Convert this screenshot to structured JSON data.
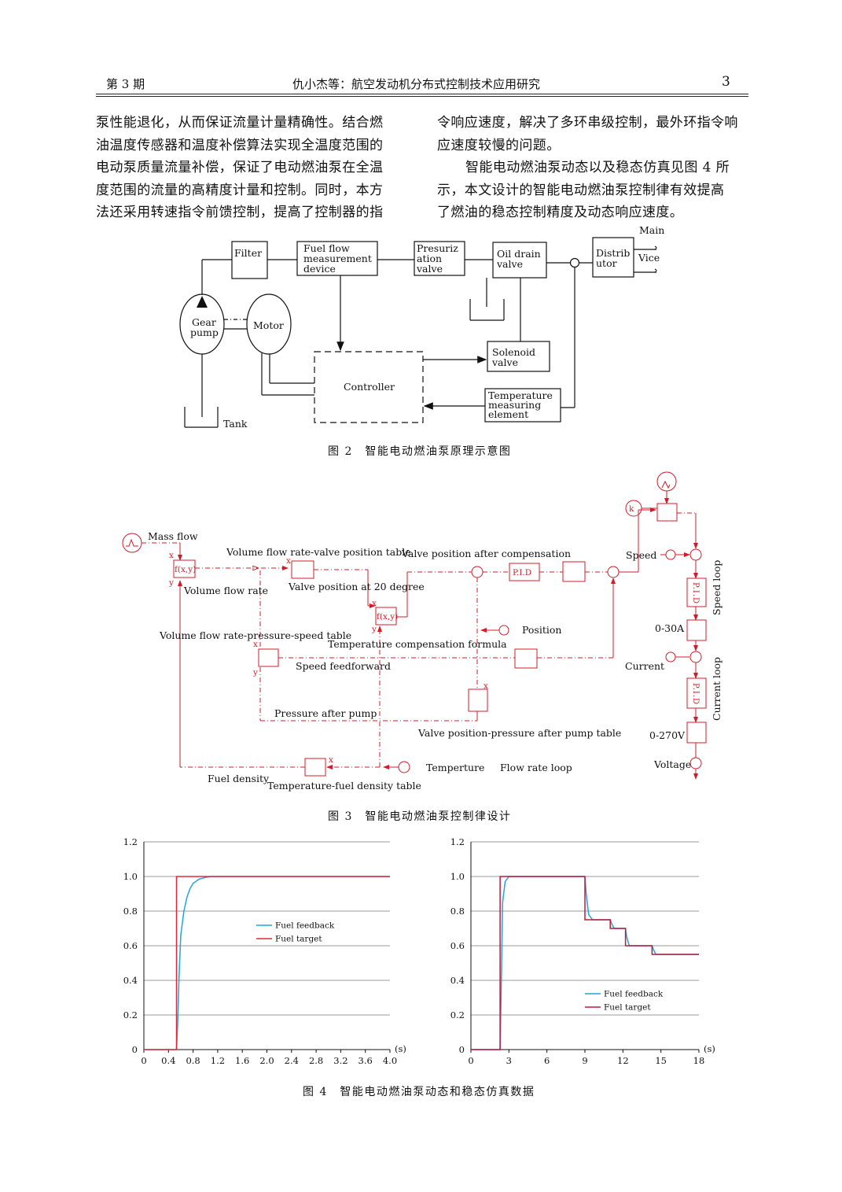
{
  "header": {
    "issue": "第 3 期",
    "running_title": "仇小杰等：航空发动机分布式控制技术应用研究",
    "page_number": "3"
  },
  "body": {
    "left_lines": [
      "泵性能退化，从而保证流量计量精确性。结合燃",
      "油温度传感器和温度补偿算法实现全温度范围的",
      "电动泵质量流量补偿，保证了电动燃油泵在全温",
      "度范围的流量的高精度计量和控制。同时，本方",
      "法还采用转速指令前馈控制，提高了控制器的指"
    ],
    "right_lines": [
      "令响应速度，解决了多环串级控制，最外环指令响",
      "应速度较慢的问题。",
      "智能电动燃油泵动态以及稳态仿真见图 4 所",
      "示，本文设计的智能电动燃油泵控制律有效提高",
      "了燃油的稳态控制精度及动态响应速度。"
    ]
  },
  "figure2": {
    "caption": "图 2　智能电动燃油泵原理示意图",
    "filter": "Filter",
    "fuel_flow": [
      "Fuel flow",
      "measurement",
      "device"
    ],
    "presurization": [
      "Presuriz",
      "ation",
      "valve"
    ],
    "oil_drain": [
      "Oil drain",
      "valve"
    ],
    "distributor": [
      "Distrib",
      "utor"
    ],
    "main": "Main",
    "vice": "Vice",
    "gear_pump": [
      "Gear",
      "pump"
    ],
    "motor": "Motor",
    "controller": "Controller",
    "solenoid": [
      "Solenoid",
      "valve"
    ],
    "temperature_element": [
      "Temperature",
      "measuring",
      "element"
    ],
    "tank": "Tank"
  },
  "figure3": {
    "caption": "图 3　智能电动燃油泵控制律设计",
    "mass_flow": "Mass flow",
    "vfr_valve_table": "Volume flow rate-valve position table",
    "valve_after_comp": "Valve position after compensation",
    "speed": "Speed",
    "volume_flow_rate": "Volume flow rate",
    "valve_20": "Valve position at 20 degree",
    "vfr_pressure_speed": "Volume flow rate-pressure-speed table",
    "temp_comp_formula": "Temperature compensation formula",
    "position": "Position",
    "range_30a": "0-30A",
    "speed_feedforward": "Speed feedforward",
    "current": "Current",
    "pressure_after_pump": "Pressure after pump",
    "valve_pressure_table": "Valve position-pressure after pump table",
    "range_270v": "0-270V",
    "temperture": "Temperture",
    "flow_rate_loop": "Flow rate loop",
    "voltage": "Voltage",
    "fuel_density": "Fuel density",
    "temp_density_table": "Temperature-fuel density table",
    "speed_loop": "Speed loop",
    "current_loop": "Current loop",
    "pid": "P.I.D",
    "fxy": "f(x,y)",
    "k": "k",
    "x": "x",
    "y": "y"
  },
  "figure4": {
    "caption": "图 4　智能电动燃油泵动态和稳态仿真数据",
    "unit": "(s)"
  },
  "chart_data": [
    {
      "type": "line",
      "xlim": [
        0,
        4.0
      ],
      "ylim": [
        0,
        1.2
      ],
      "xticks": [
        "0",
        "0.4",
        "0.8",
        "1.2",
        "1.6",
        "2.0",
        "2.4",
        "2.8",
        "3.2",
        "3.6",
        "4.0"
      ],
      "yticks": [
        "0",
        "0.2",
        "0.4",
        "0.6",
        "0.8",
        "1.0",
        "1.2"
      ],
      "xunit": "(s)",
      "grid": "horizontal",
      "legend_position": "center-right",
      "series": [
        {
          "name": "Fuel feedback",
          "color": "#1fa6dc",
          "x": [
            0,
            0.53,
            0.55,
            0.57,
            0.6,
            0.65,
            0.7,
            0.75,
            0.8,
            0.9,
            1.0,
            1.1,
            1.2,
            4.0
          ],
          "y": [
            0,
            0,
            0.15,
            0.4,
            0.66,
            0.8,
            0.88,
            0.93,
            0.96,
            0.985,
            0.995,
            1.0,
            1.0,
            1.0
          ]
        },
        {
          "name": "Fuel target",
          "color": "#e0283a",
          "x": [
            0,
            0.53,
            0.53,
            4.0
          ],
          "y": [
            0,
            0,
            1.0,
            1.0
          ]
        }
      ]
    },
    {
      "type": "line",
      "xlim": [
        0,
        18
      ],
      "ylim": [
        0,
        1.2
      ],
      "xticks": [
        "0",
        "3",
        "6",
        "9",
        "12",
        "15",
        "18"
      ],
      "yticks": [
        "0",
        "0.2",
        "0.4",
        "0.6",
        "0.8",
        "1.0",
        "1.2"
      ],
      "xunit": "(s)",
      "grid": "horizontal",
      "legend_position": "bottom-right",
      "series": [
        {
          "name": "Fuel feedback",
          "color": "#1fa6dc",
          "x": [
            0,
            2.3,
            2.4,
            2.5,
            2.7,
            3.0,
            9.0,
            9.1,
            9.3,
            9.6,
            11.0,
            11.1,
            11.3,
            12.2,
            12.3,
            12.5,
            14.3,
            14.4,
            14.6,
            18.0
          ],
          "y": [
            0,
            0,
            0.4,
            0.85,
            0.97,
            1.0,
            1.0,
            0.9,
            0.78,
            0.75,
            0.75,
            0.73,
            0.7,
            0.7,
            0.65,
            0.6,
            0.6,
            0.58,
            0.55,
            0.55
          ]
        },
        {
          "name": "Fuel target",
          "color": "#c0183c",
          "x": [
            0,
            2.3,
            2.3,
            9.0,
            9.0,
            11.0,
            11.0,
            12.2,
            12.2,
            14.3,
            14.3,
            18.0
          ],
          "y": [
            0,
            0,
            1.0,
            1.0,
            0.75,
            0.75,
            0.7,
            0.7,
            0.6,
            0.6,
            0.55,
            0.55
          ]
        }
      ]
    }
  ]
}
